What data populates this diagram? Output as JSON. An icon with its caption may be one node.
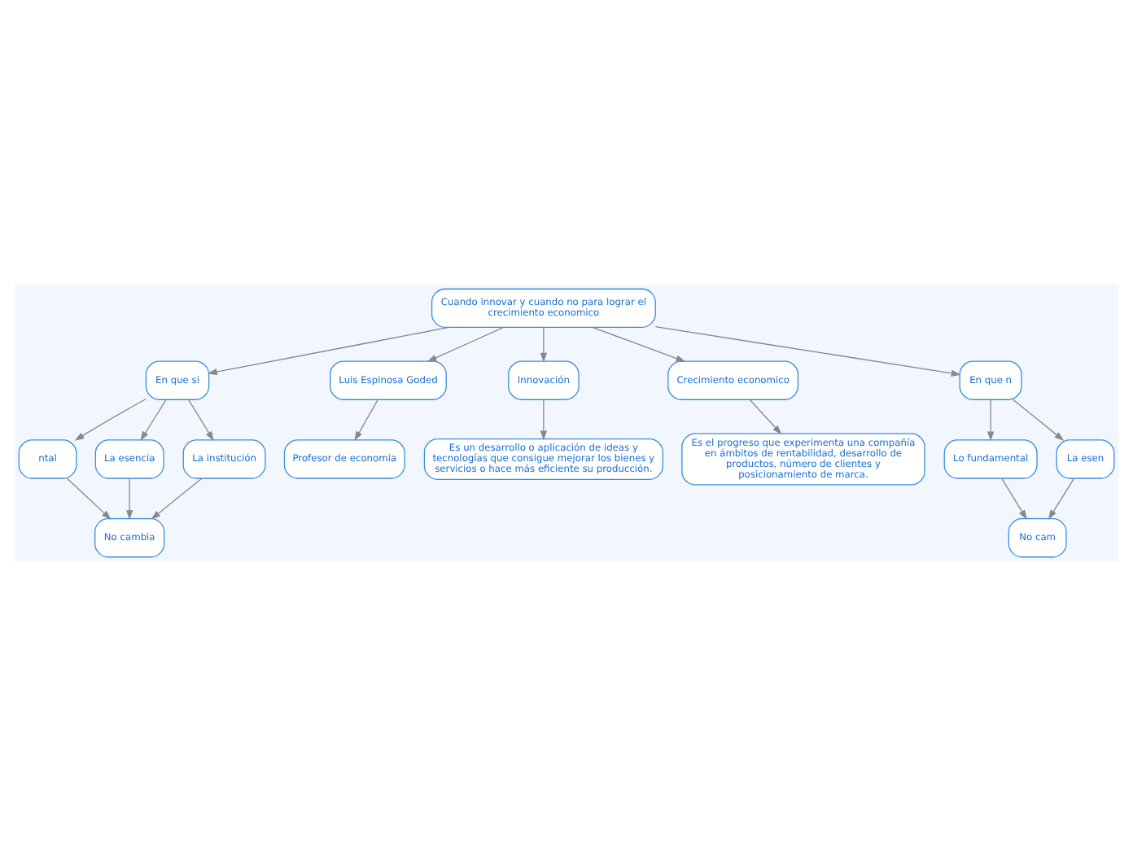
{
  "diagram": {
    "nodes": [
      {
        "text": [
          "Cuando innovar y cuando no para lograr el crecimiento economico"
        ]
      },
      {
        "text": [
          "En que si"
        ]
      },
      {
        "text": [
          "ntal"
        ]
      },
      {
        "text": [
          "La esencia"
        ]
      },
      {
        "text": [
          "La institución"
        ]
      },
      {
        "text": [
          "No cambia"
        ]
      },
      {
        "text": [
          "Luis Espinosa Goded"
        ]
      },
      {
        "text": [
          "Profesor de economia"
        ]
      },
      {
        "text": [
          "Innovación"
        ]
      },
      {
        "text": [
          "Es un desarrollo o aplicación de ideas y tecnologías que consigue mejorar los bienes y servicios o hace más eficiente su producción."
        ]
      },
      {
        "text": [
          "Crecimiento economico"
        ]
      },
      {
        "text": [
          "Es el progreso que experimenta una compañía en ámbitos de rentabilidad, desarrollo de productos, número de clientes y posicionamiento de marca."
        ]
      },
      {
        "text": [
          "En que n"
        ]
      },
      {
        "text": [
          "Lo fundamental"
        ]
      },
      {
        "text": [
          "La esen"
        ]
      },
      {
        "text": [
          "No cam"
        ]
      }
    ],
    "edges": [
      {
        "from": 0,
        "to": 1,
        "arrow": "to"
      },
      {
        "from": 0,
        "to": 6,
        "arrow": "to"
      },
      {
        "from": 0,
        "to": 12,
        "arrow": "to"
      },
      {
        "from": 1,
        "to": 2,
        "arrow": "to"
      },
      {
        "from": 1,
        "to": 3,
        "arrow": "to"
      },
      {
        "from": 1,
        "to": 4,
        "arrow": "to"
      },
      {
        "from": 2,
        "to": 5,
        "arrow": "to"
      },
      {
        "from": 3,
        "to": 5,
        "arrow": "to"
      },
      {
        "from": 4,
        "to": 5,
        "arrow": "to"
      },
      {
        "from": 6,
        "to": 7,
        "arrow": "to"
      },
      {
        "from": 0,
        "to": 8,
        "arrow": "to"
      },
      {
        "from": 0,
        "to": 10,
        "arrow": "to"
      },
      {
        "from": 8,
        "to": 9,
        "arrow": "to"
      },
      {
        "from": 10,
        "to": 11,
        "arrow": "to"
      },
      {
        "from": 12,
        "to": 13,
        "arrow": "to"
      },
      {
        "from": 12,
        "to": 14,
        "arrow": "to"
      },
      {
        "from": 13,
        "to": 15,
        "arrow": "to"
      },
      {
        "from": 14,
        "to": 15,
        "arrow": "to"
      }
    ]
  }
}
